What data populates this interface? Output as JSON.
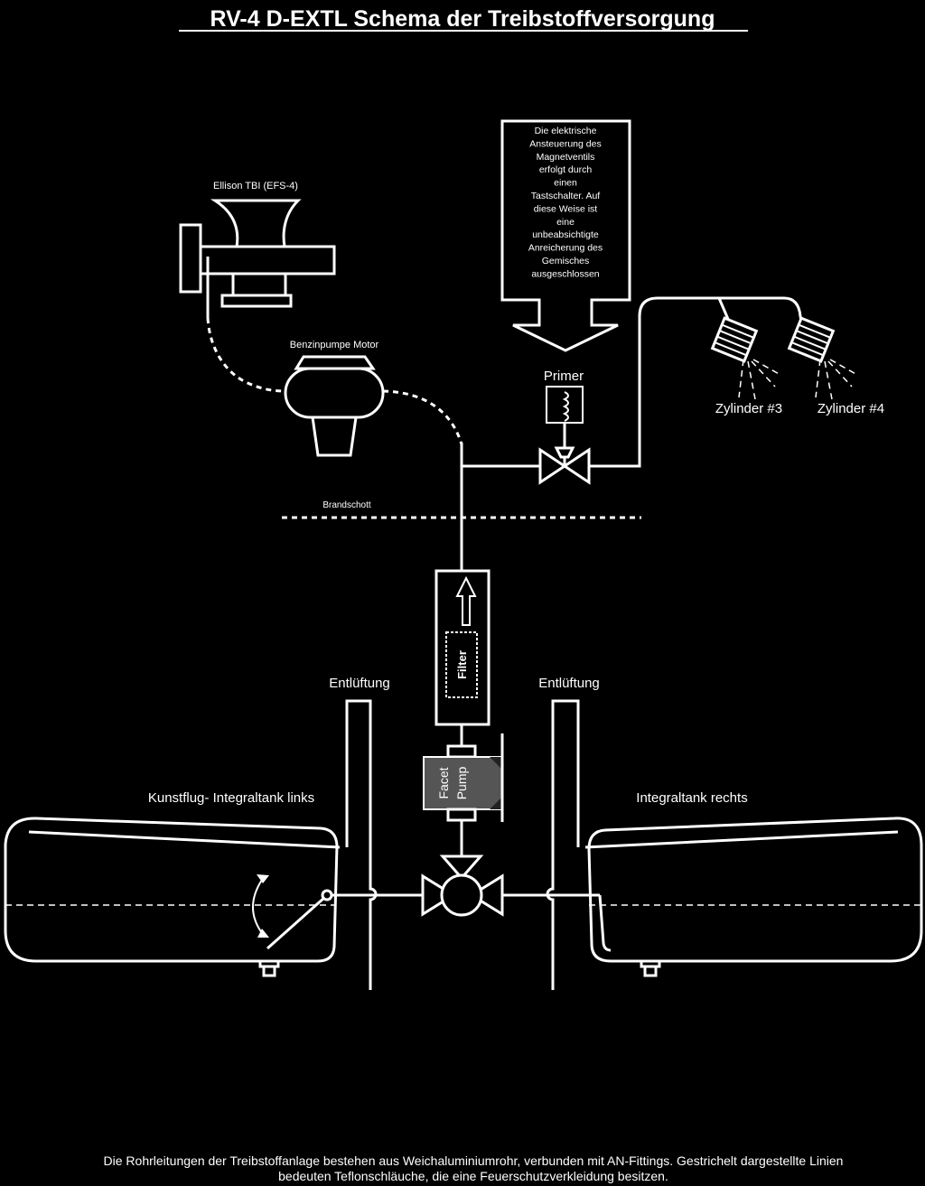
{
  "title": "RV-4 D-EXTL Schema der Treibstoffversorgung",
  "labels": {
    "tbi": "Ellison TBI (EFS-4)",
    "pump_motor": "Benzinpumpe Motor",
    "primer": "Primer",
    "cyl3": "Zylinder #3",
    "cyl4": "Zylinder #4",
    "firewall": "Brandschott",
    "filter": "Filter",
    "facet_line1": "Facet",
    "facet_line2": "Pump",
    "vent_left": "Entlüftung",
    "vent_right": "Entlüftung",
    "tank_left": "Kunstflug- Integraltank links",
    "tank_right": "Integraltank rechts"
  },
  "note_box": [
    "Die elektrische",
    "Ansteuerung des",
    "Magnetventils",
    "erfolgt durch",
    "einen",
    "Tastschalter. Auf",
    "diese Weise ist",
    "eine",
    "unbeabsichtigte",
    "Anreicherung des",
    "Gemisches",
    "ausgeschlossen"
  ],
  "footer": [
    "Die Rohrleitungen der Treibstoffanlage bestehen aus Weichaluminiumrohr, verbunden mit AN-Fittings. Gestrichelt dargestellte Linien",
    "bedeuten Teflonschläuche, die eine Feuerschutzverkleidung besitzen."
  ]
}
